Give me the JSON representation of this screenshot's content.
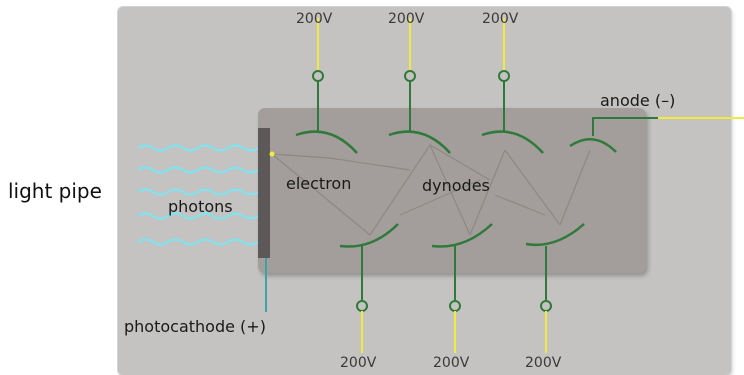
{
  "labels": {
    "light_pipe": "light pipe",
    "photons": "photons",
    "electron": "electron",
    "dynodes": "dynodes",
    "anode": "anode (–)",
    "photocathode": "photocathode (+)"
  },
  "voltages": {
    "top": [
      "200V",
      "200V",
      "200V"
    ],
    "bottom": [
      "200V",
      "200V",
      "200V"
    ]
  },
  "colors": {
    "panel": "#c4c3c2",
    "tube": "#a39e9b",
    "dynode": "#2f7a3a",
    "wire": "#f2ea3c",
    "photon": "#7fe3f0",
    "cathode": "#5d5958"
  }
}
